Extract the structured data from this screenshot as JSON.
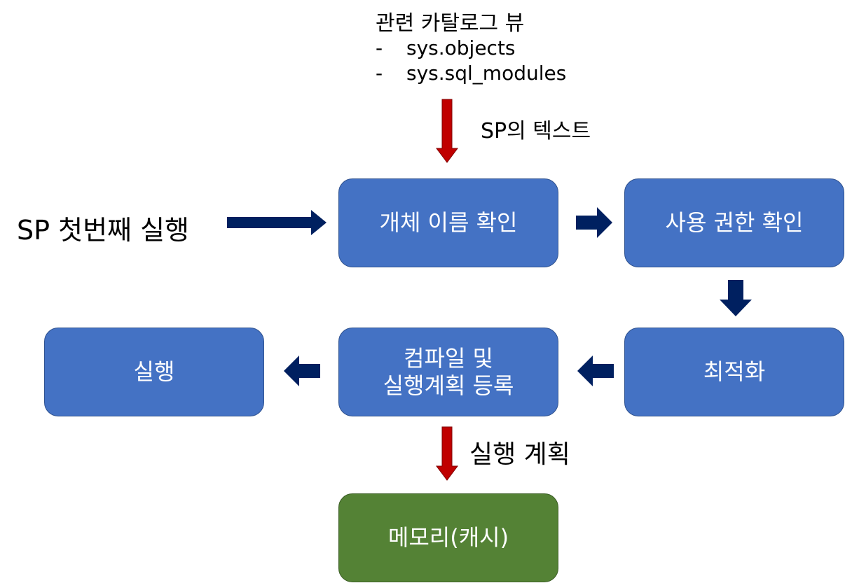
{
  "catalog": {
    "title": "관련 카탈로그 뷰",
    "items": [
      {
        "dash": "-",
        "name": "sys.objects"
      },
      {
        "dash": "-",
        "name": "sys.sql_modules"
      }
    ]
  },
  "labels": {
    "sp_text": "SP의 텍스트",
    "first_run": "SP 첫번째 실행",
    "exec_plan": "실행 계획"
  },
  "boxes": {
    "check_name": "개체 이름 확인",
    "check_permission": "사용 권한 확인",
    "optimize": "최적화",
    "compile_line1": "컴파일 및",
    "compile_line2": "실행계획 등록",
    "execute": "실행",
    "memory": "메모리(캐시)"
  },
  "colors": {
    "box_blue": "#4472c4",
    "box_green": "#548235",
    "arrow_navy": "#002060",
    "arrow_red": "#c00000"
  }
}
